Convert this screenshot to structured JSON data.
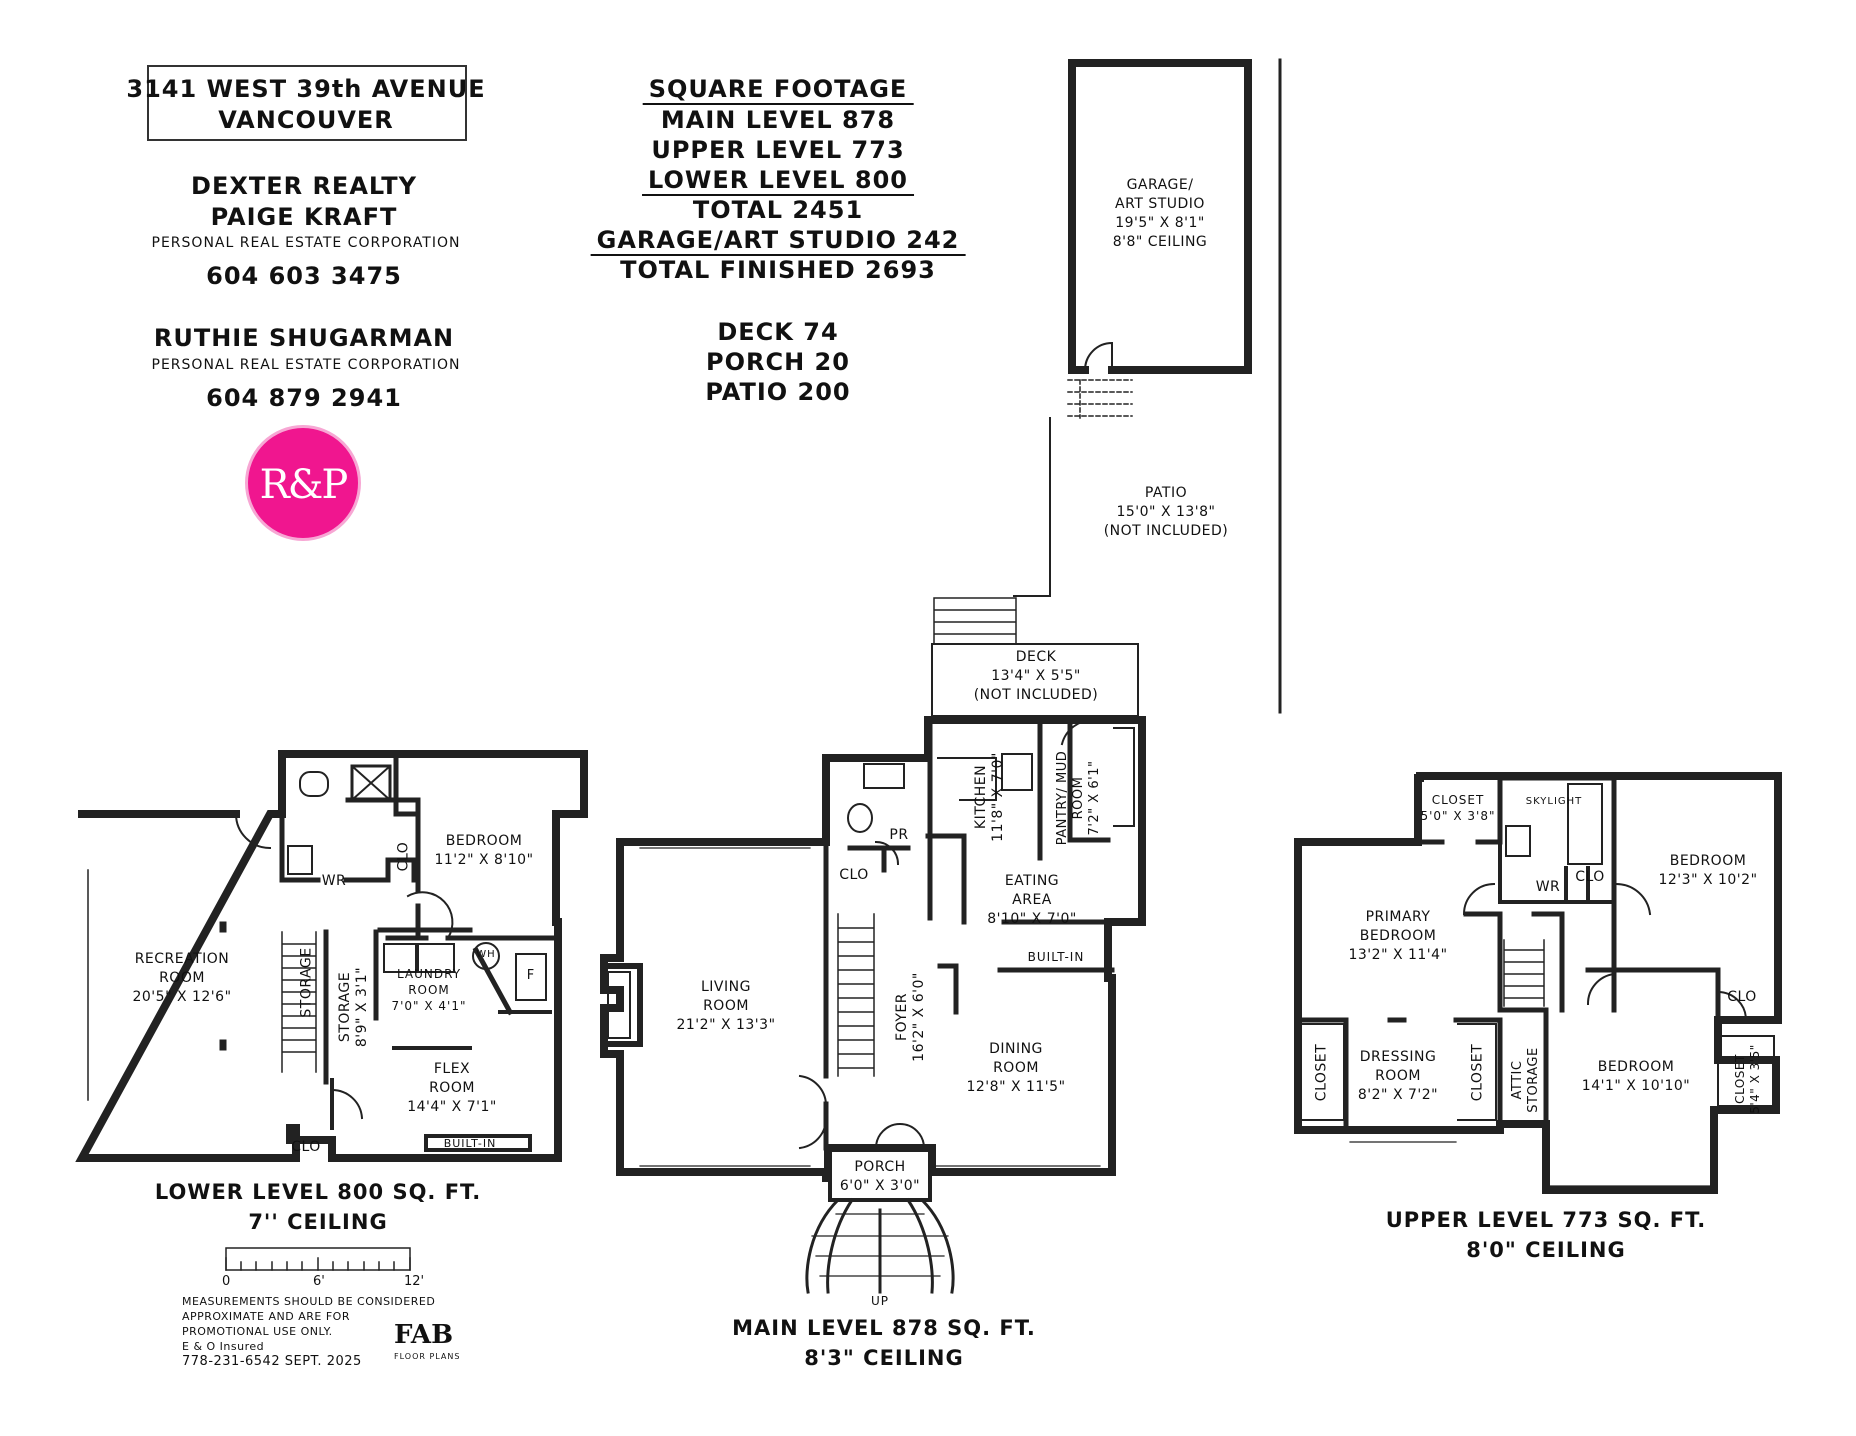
{
  "header": {
    "address_line1": "3141 WEST 39th AVENUE",
    "address_line2": "VANCOUVER",
    "agency": "DEXTER REALTY",
    "agent1_name": "PAIGE KRAFT",
    "agent1_title": "PERSONAL REAL ESTATE CORPORATION",
    "agent1_phone": "604 603 3475",
    "agent2_name": "RUTHIE SHUGARMAN",
    "agent2_title": "PERSONAL REAL ESTATE CORPORATION",
    "agent2_phone": "604 879 2941",
    "logo_text": "R&P",
    "logo_color": "#f0168f"
  },
  "square_footage": {
    "title": "SQUARE FOOTAGE",
    "main": "MAIN LEVEL 878",
    "upper": "UPPER LEVEL 773",
    "lower": "LOWER LEVEL 800",
    "total": "TOTAL 2451",
    "garage": "GARAGE/ART STUDIO 242",
    "total_finished": "TOTAL FINISHED 2693",
    "deck": "DECK 74",
    "porch": "PORCH 20",
    "patio": "PATIO 200"
  },
  "outdoor": {
    "garage": [
      "GARAGE/",
      "ART STUDIO",
      "19'5\" X 8'1\"",
      "8'8\" CEILING"
    ],
    "patio": [
      "PATIO",
      "15'0\" X 13'8\"",
      "(NOT INCLUDED)"
    ],
    "deck": [
      "DECK",
      "13'4\" X 5'5\"",
      "(NOT INCLUDED)"
    ]
  },
  "lower_level": {
    "title": "LOWER LEVEL 800 SQ. FT.",
    "ceiling": "7'' CEILING",
    "recreation": [
      "RECREATION",
      "ROOM",
      "20'5\" X 12'6\""
    ],
    "bedroom": [
      "BEDROOM",
      "11'2\" X 8'10\""
    ],
    "laundry": [
      "LAUNDRY",
      "ROOM",
      "7'0\" X 4'1\""
    ],
    "flex": [
      "FLEX",
      "ROOM",
      "14'4\" X 7'1\""
    ],
    "storage1": "STORAGE",
    "storage2": [
      "STORAGE",
      "8'9\" X 3'1\""
    ],
    "wr": "WR",
    "clo": "CLO",
    "clo2": "CLO",
    "wh": "WH",
    "f": "F",
    "builtin": "BUILT-IN"
  },
  "main_level": {
    "title": "MAIN LEVEL 878 SQ. FT.",
    "ceiling": "8'3\" CEILING",
    "living": [
      "LIVING",
      "ROOM",
      "21'2\" X 13'3\""
    ],
    "dining": [
      "DINING",
      "ROOM",
      "12'8\" X 11'5\""
    ],
    "eating": [
      "EATING",
      "AREA",
      "8'10\" X 7'0\""
    ],
    "kitchen": [
      "KITCHEN",
      "11'8\" X 7'0\""
    ],
    "pantry": [
      "PANTRY/",
      "MUD",
      "ROOM",
      "7'2\" X 6'1\""
    ],
    "foyer": [
      "FOYER",
      "16'2\" X 6'0\""
    ],
    "porch": [
      "PORCH",
      "6'0\" X 3'0\""
    ],
    "pr": "PR",
    "clo": "CLO",
    "builtin": "BUILT-IN",
    "up": "UP"
  },
  "upper_level": {
    "title": "UPPER LEVEL 773 SQ. FT.",
    "ceiling": "8'0\" CEILING",
    "closet_top": [
      "CLOSET",
      "5'0\" X 3'8\""
    ],
    "skylight": "SKYLIGHT",
    "primary": [
      "PRIMARY",
      "BEDROOM",
      "13'2\" X 11'4\""
    ],
    "bedroom_ne": [
      "BEDROOM",
      "12'3\" X 10'2\""
    ],
    "bedroom_se": [
      "BEDROOM",
      "14'1\" X 10'10\""
    ],
    "dressing": [
      "DRESSING",
      "ROOM",
      "8'2\" X 7'2\""
    ],
    "closet_left": "CLOSET",
    "closet_mid": "CLOSET",
    "attic": [
      "ATTIC",
      "STORAGE"
    ],
    "closet_right": [
      "CLOSET",
      "5'4\" X 3'5\""
    ],
    "wr": "WR",
    "clo1": "CLO",
    "clo2": "CLO"
  },
  "footer": {
    "scale_0": "0",
    "scale_6": "6'",
    "scale_12": "12'",
    "note1": "MEASUREMENTS SHOULD BE CONSIDERED",
    "note2": "APPROXIMATE AND ARE FOR",
    "note3": "PROMOTIONAL USE ONLY.",
    "note4": "E & O Insured",
    "note5": "778-231-6542  SEPT. 2025",
    "brand": "FAB",
    "brand_sub": "FLOOR PLANS"
  }
}
